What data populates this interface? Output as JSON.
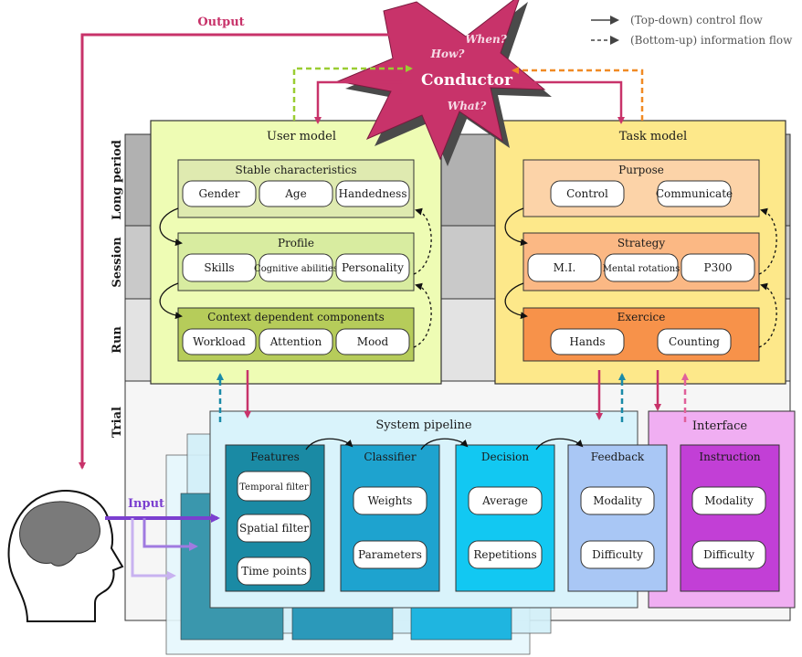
{
  "legend": {
    "control_flow": "(Top-down) control flow",
    "info_flow": "(Bottom-up) information flow"
  },
  "conductor": {
    "title": "Conductor",
    "when": "When?",
    "how": "How?",
    "what": "What?"
  },
  "flow_labels": {
    "output": "Output",
    "input": "Input"
  },
  "rows": {
    "long_period": "Long period",
    "session": "Session",
    "run": "Run",
    "trial": "Trial"
  },
  "user_model": {
    "title": "User model",
    "stable": {
      "title": "Stable characteristics",
      "items": [
        "Gender",
        "Age",
        "Handedness"
      ]
    },
    "profile": {
      "title": "Profile",
      "items": [
        "Skills",
        "Cognitive abilities",
        "Personality"
      ]
    },
    "context": {
      "title": "Context dependent components",
      "items": [
        "Workload",
        "Attention",
        "Mood"
      ]
    }
  },
  "task_model": {
    "title": "Task model",
    "purpose": {
      "title": "Purpose",
      "items": [
        "Control",
        "Communicate"
      ]
    },
    "strategy": {
      "title": "Strategy",
      "items": [
        "M.I.",
        "Mental rotations",
        "P300"
      ]
    },
    "exercise": {
      "title": "Exercice",
      "items": [
        "Hands",
        "Counting"
      ]
    }
  },
  "pipeline": {
    "title": "System pipeline",
    "features": {
      "title": "Features",
      "items": [
        "Temporal filter",
        "Spatial filter",
        "Time points"
      ]
    },
    "classifier": {
      "title": "Classifier",
      "items": [
        "Weights",
        "Parameters"
      ]
    },
    "decision": {
      "title": "Decision",
      "items": [
        "Average",
        "Repetitions"
      ]
    },
    "feedback": {
      "title": "Feedback",
      "items": [
        "Modality",
        "Difficulty"
      ]
    }
  },
  "interface": {
    "title": "Interface",
    "instruction": {
      "title": "Instruction",
      "items": [
        "Modality",
        "Difficulty"
      ]
    }
  },
  "colors": {
    "control_arrow": "#c8336a",
    "input_arrow": "#7b3fd0",
    "info_teal": "#1a8aa8",
    "info_lime": "#9acd32",
    "info_orange": "#f08a24",
    "info_pink": "#e0609a",
    "conductor_fill": "#c8336a",
    "user_model_fill": "#eefcb4",
    "task_model_fill": "#fde88a",
    "pipeline_fill": "#d9f3fb",
    "interface_fill": "#f0aef2"
  }
}
